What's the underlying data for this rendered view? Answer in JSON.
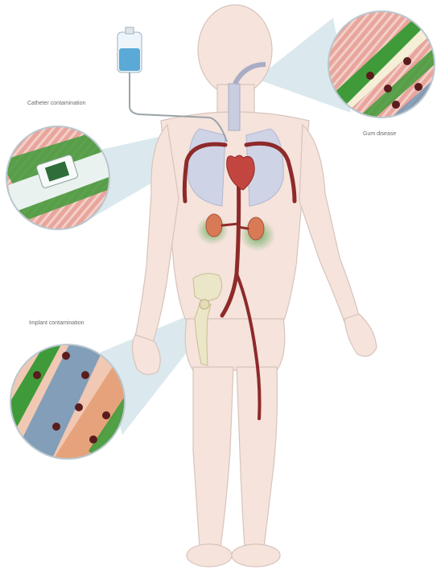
{
  "labels": {
    "catheter": "Catheter contamination",
    "gum": "Gum disease",
    "implant": "Implant contamination"
  },
  "colors": {
    "body": "#f5e3dc",
    "body_outline": "#d7c4bc",
    "artery": "#8e2a2a",
    "lungs": "#cfd3e6",
    "kidney": "#d87a55",
    "infection_green": "#3f9b3a",
    "iv_fluid": "#5aa9d6",
    "magnifier_shade": "#c9dde6",
    "bone": "#ece6c8"
  }
}
